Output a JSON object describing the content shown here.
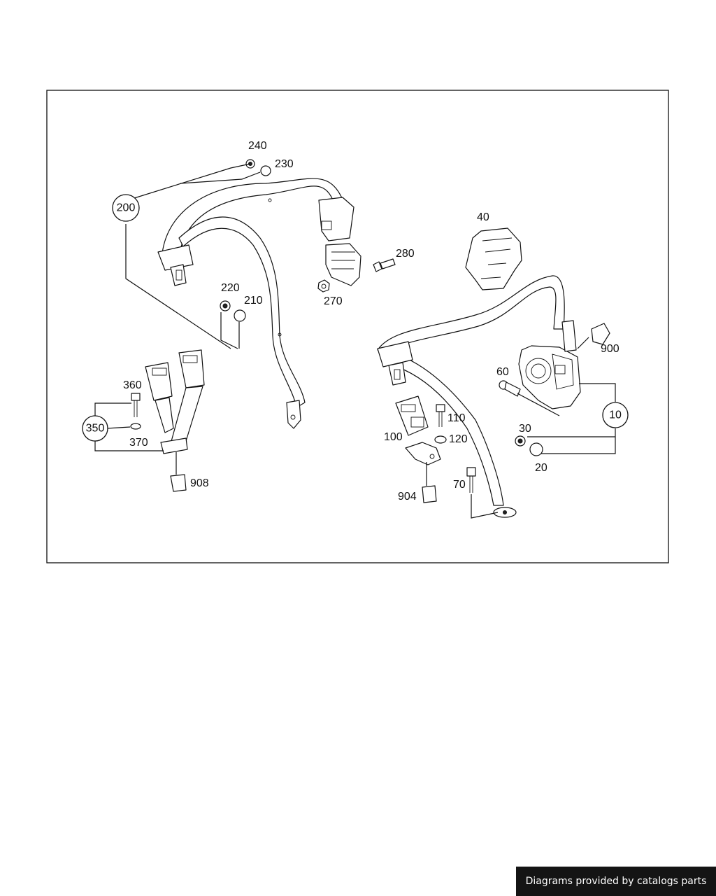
{
  "diagram": {
    "parts": {
      "p10": "10",
      "p20": "20",
      "p30": "30",
      "p40": "40",
      "p60": "60",
      "p70": "70",
      "p100": "100",
      "p110": "110",
      "p120": "120",
      "p200": "200",
      "p210": "210",
      "p220": "220",
      "p230": "230",
      "p240": "240",
      "p270": "270",
      "p280": "280",
      "p350": "350",
      "p360": "360",
      "p370": "370",
      "p900": "900",
      "p904": "904",
      "p908": "908"
    }
  },
  "footer": {
    "credit": "Diagrams provided by catalogs parts"
  }
}
